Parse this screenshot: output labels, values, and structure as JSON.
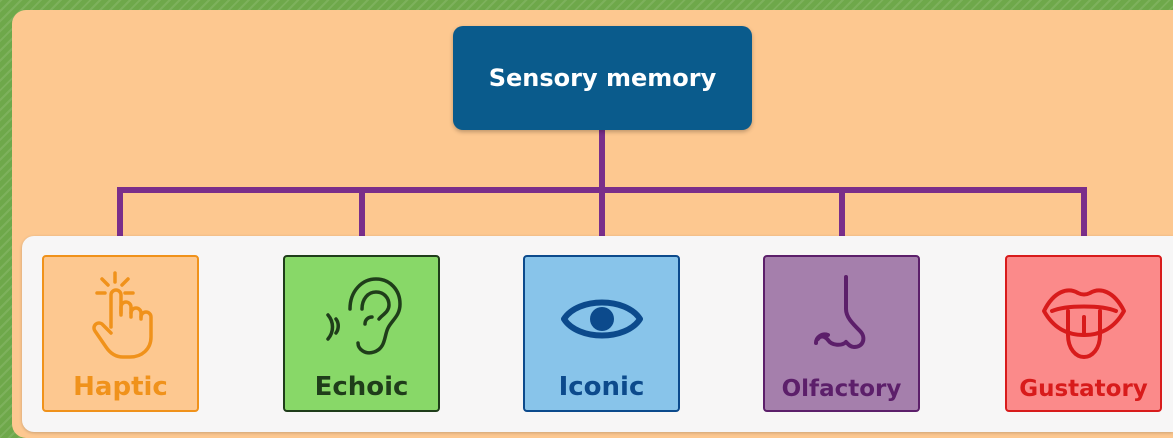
{
  "root": {
    "label": "Sensory memory",
    "color": "#0a5b8c"
  },
  "connector_color": "#7a2e8a",
  "children": [
    {
      "id": "haptic",
      "label": "Haptic",
      "icon": "touch-hand-icon",
      "fill": "#fdc890",
      "stroke": "#f0921b"
    },
    {
      "id": "echoic",
      "label": "Echoic",
      "icon": "ear-icon",
      "fill": "#88d868",
      "stroke": "#1f3d1a"
    },
    {
      "id": "iconic",
      "label": "Iconic",
      "icon": "eye-icon",
      "fill": "#88c4ea",
      "stroke": "#0c4a8c"
    },
    {
      "id": "olfactory",
      "label": "Olfactory",
      "icon": "nose-icon",
      "fill": "#a57fac",
      "stroke": "#5c1f6a"
    },
    {
      "id": "gustatory",
      "label": "Gustatory",
      "icon": "mouth-tongue-icon",
      "fill": "#fb8a8a",
      "stroke": "#d81b1b"
    }
  ]
}
